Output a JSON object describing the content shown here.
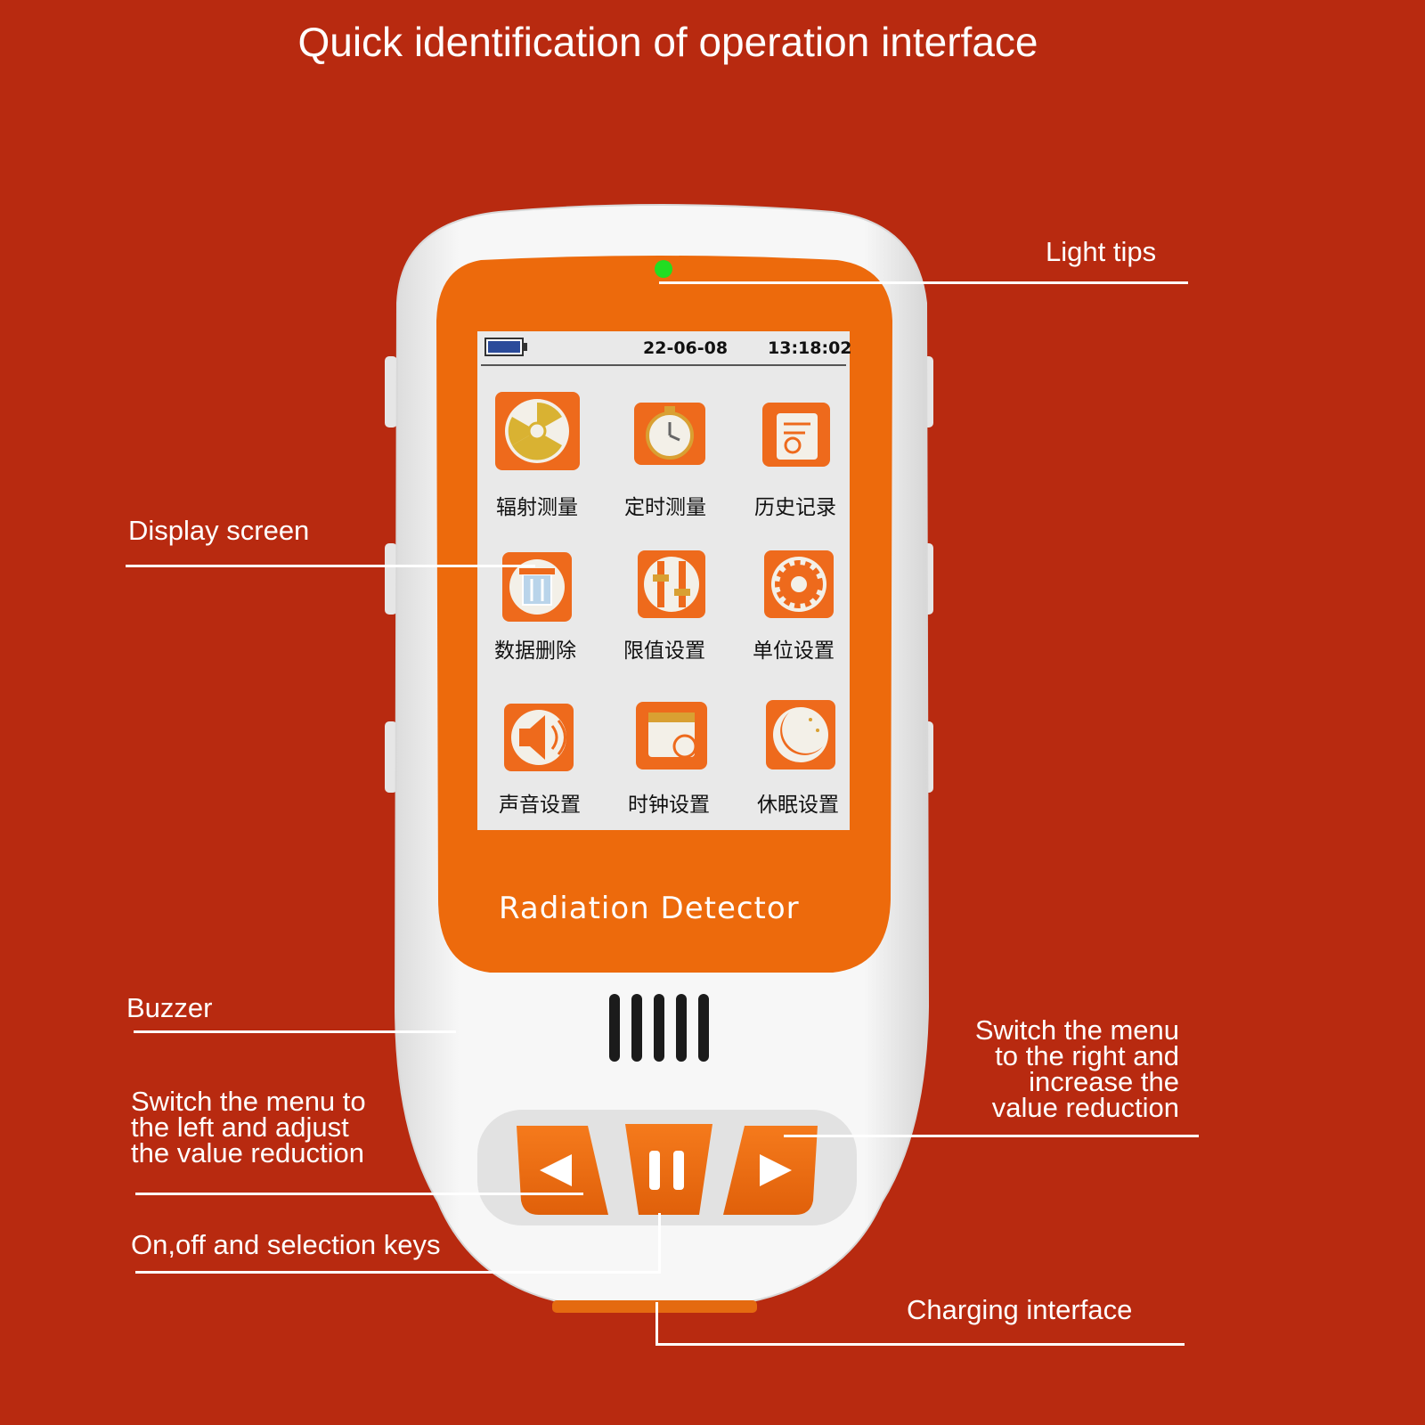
{
  "title": "Quick identification of operation interface",
  "brand": "Radiation Detector",
  "colors": {
    "background": "#b82a10",
    "device_orange": "#ed6a0c",
    "device_white": "#f4f4f4",
    "led": "#22dd22"
  },
  "screen": {
    "date": "22-06-08",
    "time": "13:18:02",
    "apps": [
      {
        "label": "辐射测量",
        "icon": "radiation-icon"
      },
      {
        "label": "定时测量",
        "icon": "stopwatch-icon"
      },
      {
        "label": "历史记录",
        "icon": "history-record-icon"
      },
      {
        "label": "数据删除",
        "icon": "trash-icon"
      },
      {
        "label": "限值设置",
        "icon": "slider-icon"
      },
      {
        "label": "单位设置",
        "icon": "gear-icon"
      },
      {
        "label": "声音设置",
        "icon": "speaker-icon"
      },
      {
        "label": "时钟设置",
        "icon": "calendar-clock-icon"
      },
      {
        "label": "休眠设置",
        "icon": "moon-icon"
      }
    ]
  },
  "callouts": {
    "light_tips": "Light tips",
    "display_screen": "Display screen",
    "buzzer": "Buzzer",
    "left_key": "Switch the menu to\nthe left and adjust\nthe value reduction",
    "right_key": "Switch the menu\nto the right and\nincrease the\nvalue reduction",
    "select_keys": "On,off and selection keys",
    "charging": "Charging interface"
  }
}
